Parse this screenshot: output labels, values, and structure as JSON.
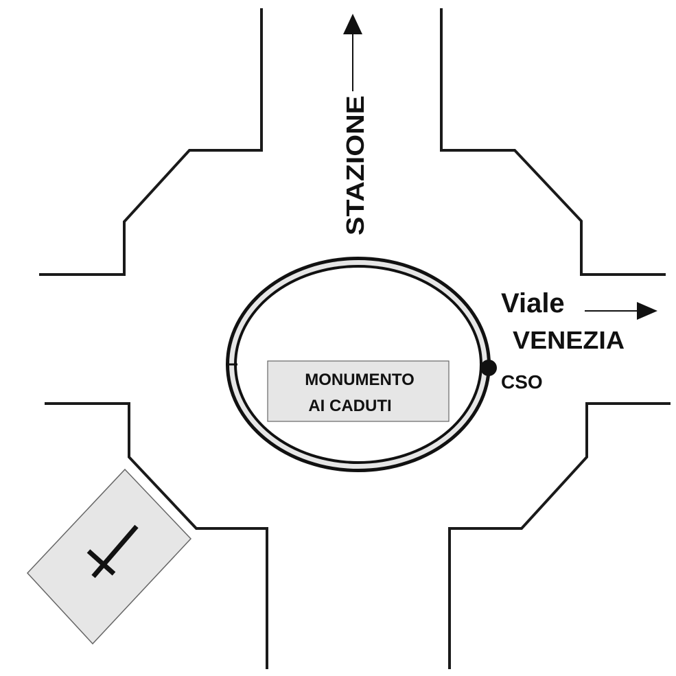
{
  "map": {
    "labels": {
      "north_road": "STAZIONE",
      "east_road_line1": "Viale",
      "east_road_line2": "VENEZIA",
      "stop_marker": "CSO",
      "monument_line1": "MONUMENTO",
      "monument_line2": "AI CADUTI"
    },
    "icons": {
      "north_arrow": "arrow-up-icon",
      "east_arrow": "arrow-right-icon",
      "stop_marker": "bus-stop-dot-icon",
      "church": "cross-icon"
    },
    "colors": {
      "line": "#1a1a1a",
      "fill_gray": "#e6e6e6",
      "background": "#ffffff"
    }
  }
}
